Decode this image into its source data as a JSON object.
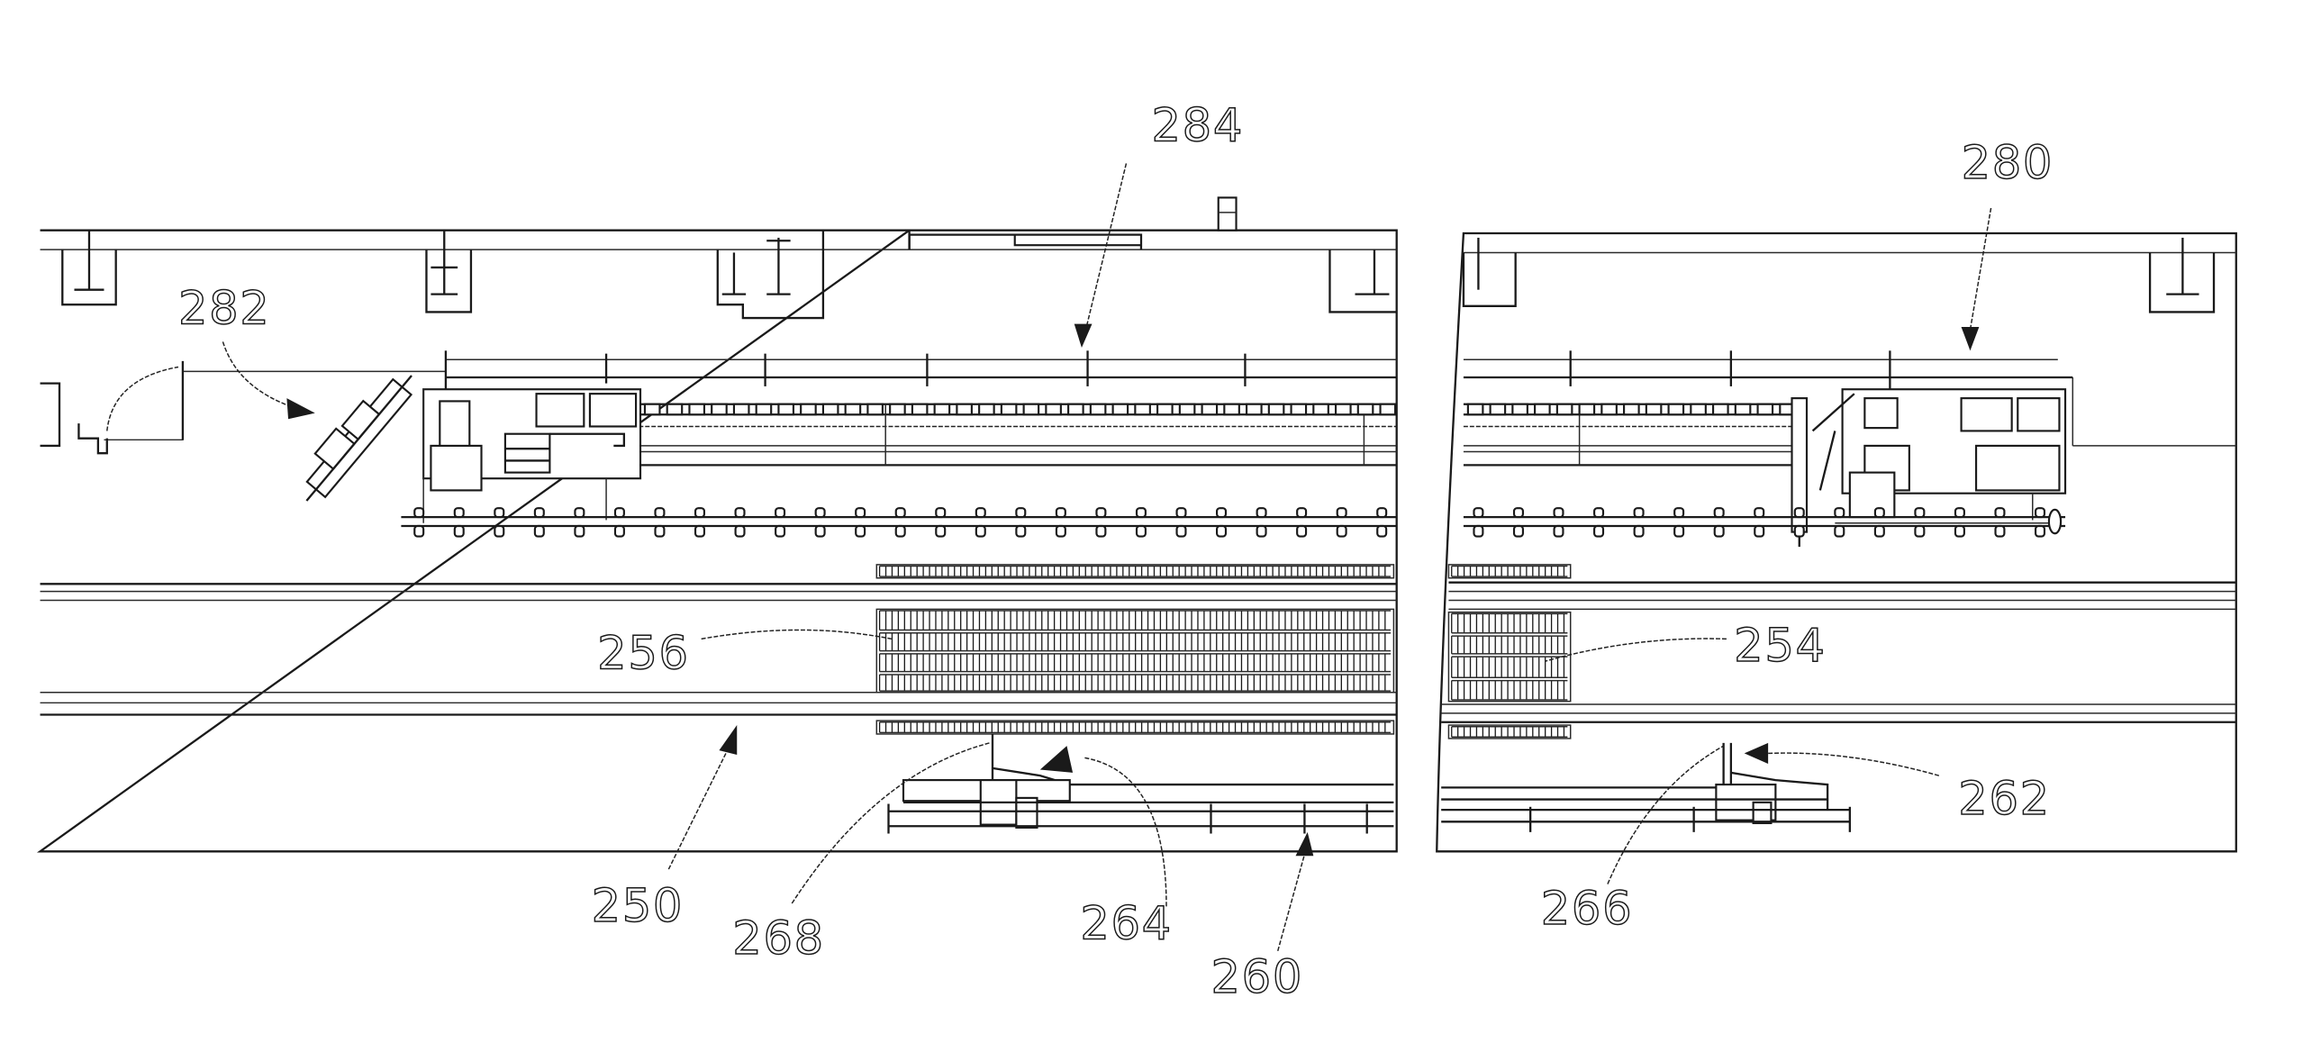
{
  "figure": {
    "kind": "patent-drawing",
    "panels": [
      "left-station",
      "right-station"
    ],
    "reference_numerals": {
      "frame": "250",
      "left_roller_bed": "256",
      "right_roller_bed": "254",
      "lower_track": "260",
      "right_carriage": "262",
      "left_carriage": "264",
      "right_guide_post": "266",
      "left_guide_post": "268",
      "right_gantry": "280",
      "tilt_head": "282",
      "upper_gantry_rail": "284"
    },
    "colors": {
      "ink": "#1a1a1a",
      "paper": "#ffffff"
    }
  }
}
